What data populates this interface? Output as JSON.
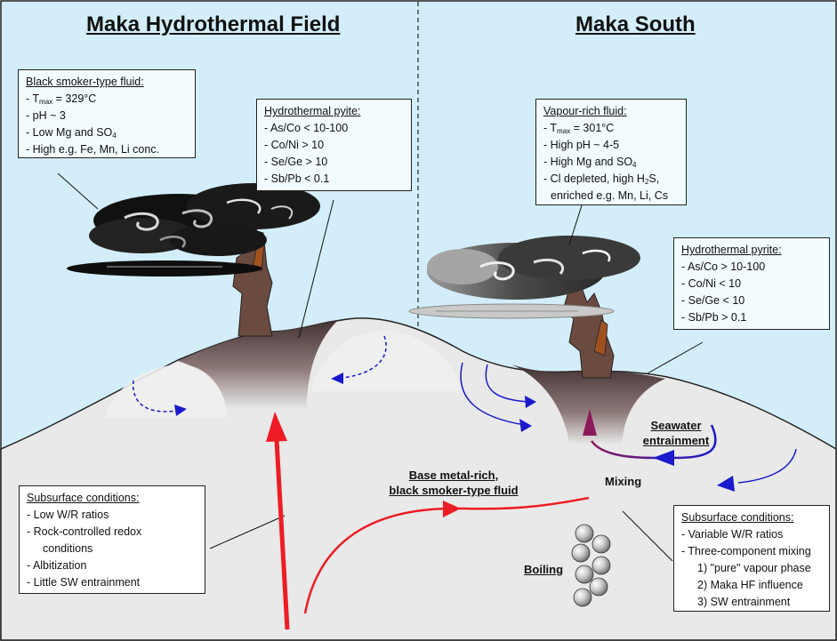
{
  "titles": {
    "left": "Maka Hydrothermal Field",
    "right": "Maka South"
  },
  "boxes": {
    "black_smoker_fluid": {
      "title": "Black smoker-type fluid:",
      "t_prefix": "- T",
      "t_sub": "max",
      "t_value": " = 329°C",
      "ph": "- pH ~ 3",
      "mg_prefix": "- Low Mg and SO",
      "mg_sub": "4",
      "conc": "- High e.g. Fe, Mn, Li conc."
    },
    "pyrite_left": {
      "title": "Hydrothermal pyite:",
      "items": [
        "- As/Co < 10-100",
        "- Co/Ni  > 10",
        "- Se/Ge > 10",
        "- Sb/Pb < 0.1"
      ]
    },
    "vapour_fluid": {
      "title": "Vapour-rich fluid:",
      "t_prefix": "- T",
      "t_sub": "max",
      "t_value": " = 301°C",
      "ph": "- High pH ~ 4-5",
      "mg_prefix": "- High Mg and SO",
      "mg_sub": "4",
      "cl_prefix": "- Cl depleted, high H",
      "cl_sub": "2",
      "cl_suffix": "S,",
      "enriched": "enriched e.g. Mn, Li, Cs"
    },
    "pyrite_right": {
      "title": "Hydrothermal pyrite:",
      "items": [
        "- As/Co > 10-100",
        "- Co/Ni < 10",
        "- Se/Ge < 10",
        "- Sb/Pb > 0.1"
      ]
    },
    "subsurface_left": {
      "title": "Subsurface conditions:",
      "items": [
        "- Low W/R ratios",
        "- Rock-controlled redox",
        "conditions",
        "- Albitization",
        "- Little SW entrainment"
      ]
    },
    "subsurface_right": {
      "title": "Subsurface conditions:",
      "items": [
        "- Variable W/R ratios",
        "- Three-component mixing",
        "1) \"pure\" vapour phase",
        "2) Maka HF influence",
        "3) SW entrainment"
      ]
    }
  },
  "labels": {
    "fluid_line1": "Base metal-rich,",
    "fluid_line2": "black smoker-type fluid",
    "mixing": "Mixing",
    "boiling": "Boiling",
    "seawater_line1": "Seawater",
    "seawater_line2": "entrainment"
  },
  "colors": {
    "seawater": "#d3eefa",
    "ground": "#e9e9e9",
    "alteration": "#5a4242",
    "fluid_red": "#ee1c24",
    "mixing_purple": "#8b1a5b",
    "seawater_arrow": "#1a1acc",
    "chimney": "#6b4a3f",
    "bubble": "#bdbdbd"
  }
}
